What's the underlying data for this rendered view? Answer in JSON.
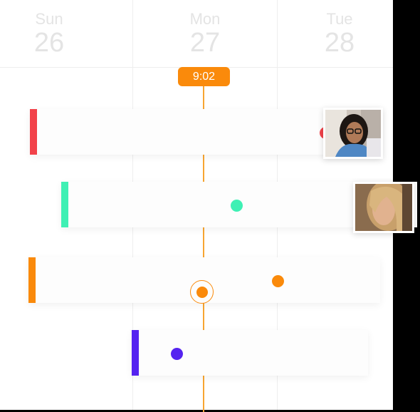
{
  "header": {
    "days": [
      {
        "name": "Sun",
        "date": "26"
      },
      {
        "name": "Mon",
        "date": "27"
      },
      {
        "name": "Tue",
        "date": "28"
      }
    ]
  },
  "now": {
    "time": "9:02",
    "color": "#fa8a0b"
  },
  "tasks": [
    {
      "accent": "#f2424a",
      "dot": "#f2424a",
      "avatar": "woman-with-glasses"
    },
    {
      "accent": "#3ff0b4",
      "dot": "#3ff0b4",
      "avatar": "blonde-woman"
    },
    {
      "accent": "#fa8a0b",
      "dot": "#fa8a0b"
    },
    {
      "accent": "#5523f0",
      "dot": "#5523f0"
    }
  ]
}
